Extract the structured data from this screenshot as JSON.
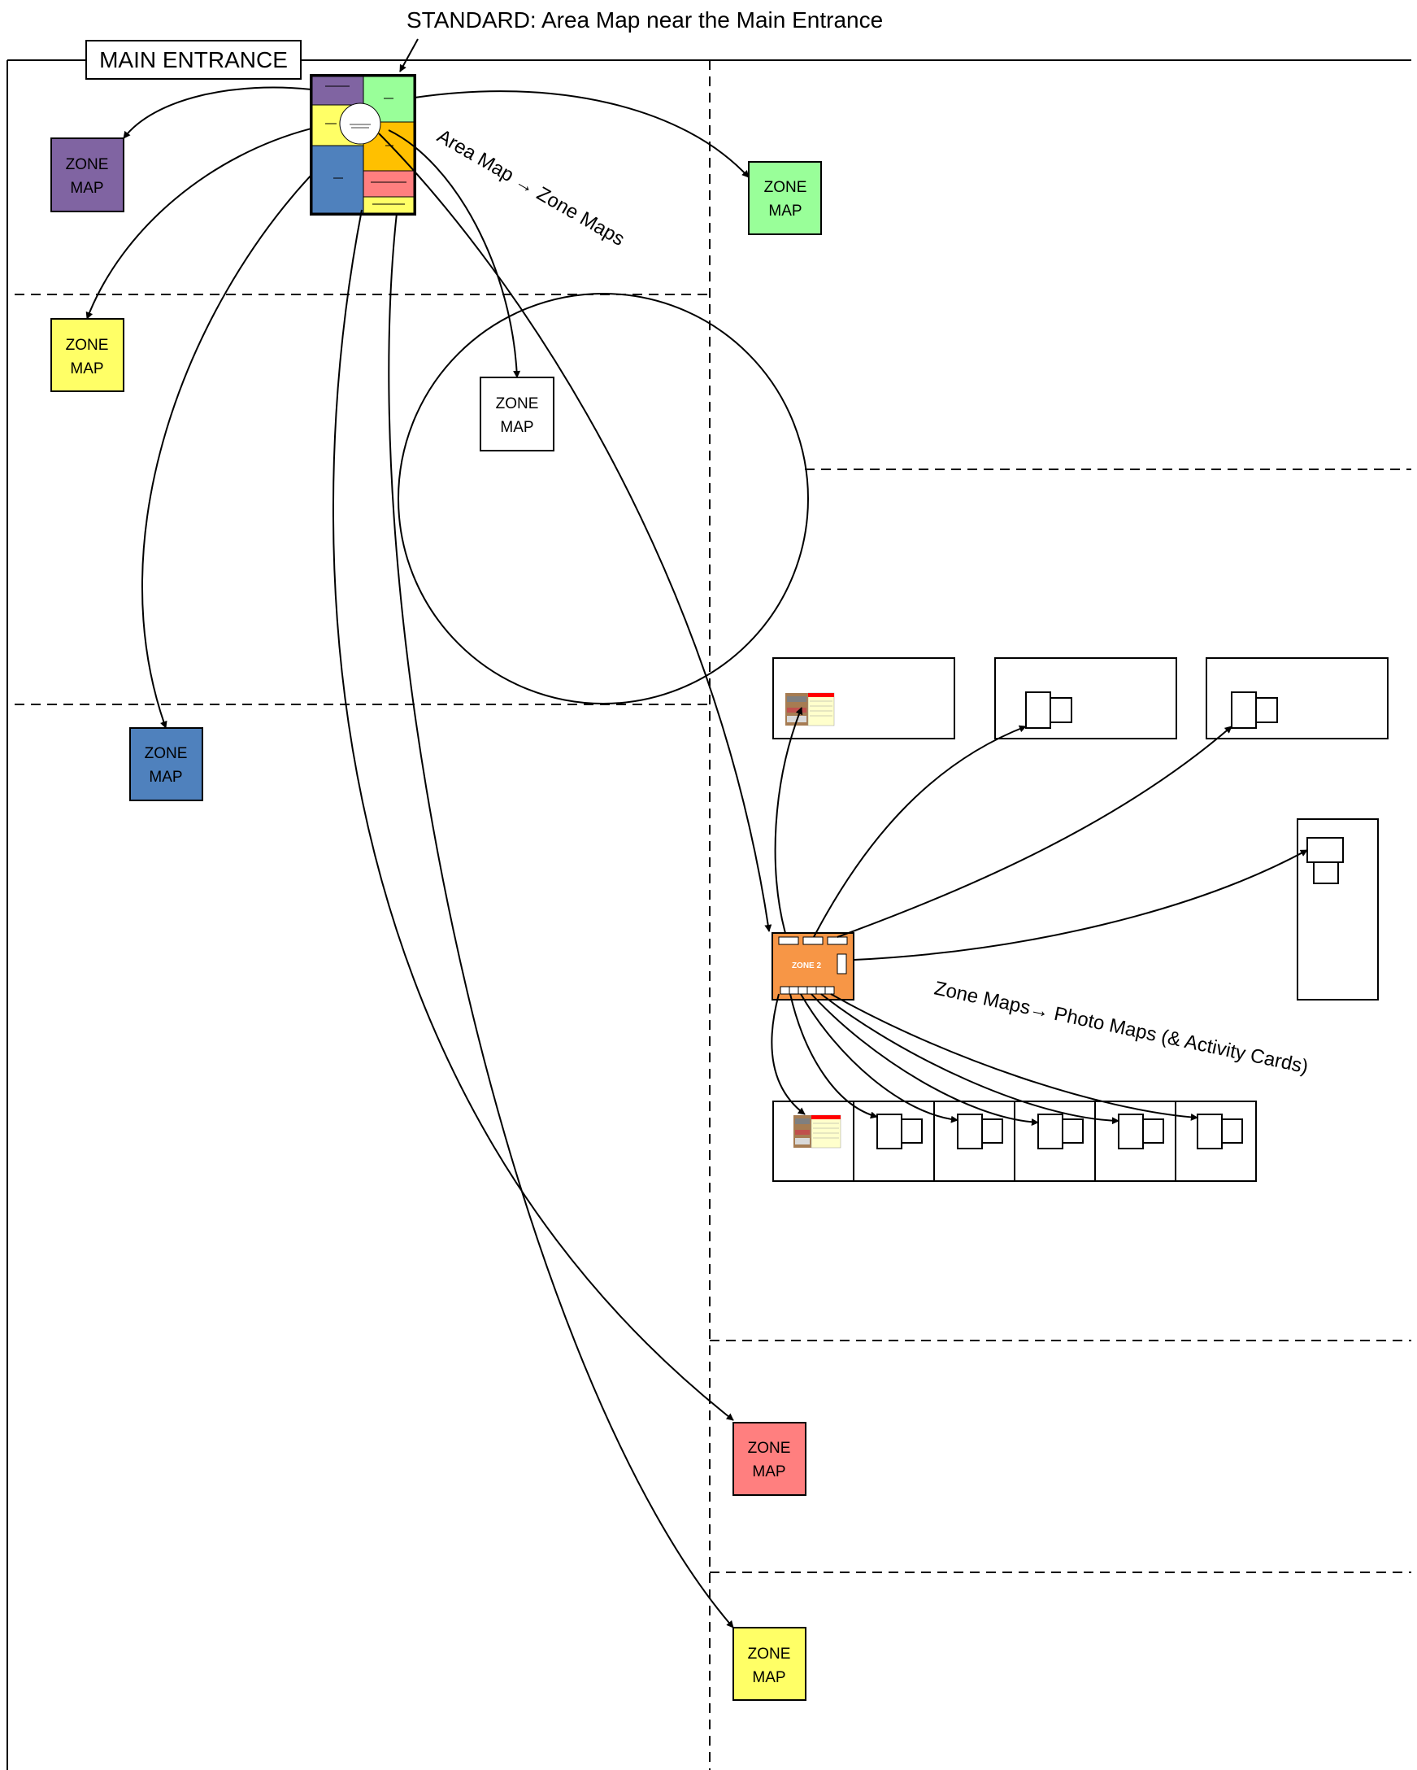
{
  "header": {
    "standard_caption": "STANDARD: Area Map near the Main Entrance",
    "main_entrance_label": "MAIN ENTRANCE"
  },
  "annotations": {
    "area_to_zone": "Area Map → Zone Maps",
    "zone_to_photo": "Zone Maps→ Photo Maps (& Activity Cards)"
  },
  "zone_map_label_line1": "ZONE",
  "zone_map_label_line2": "MAP",
  "zone_maps": [
    {
      "id": "purple",
      "color": "#8064a2"
    },
    {
      "id": "green",
      "color": "#99ff99"
    },
    {
      "id": "yellow-upper",
      "color": "#ffff66"
    },
    {
      "id": "white",
      "color": "#ffffff"
    },
    {
      "id": "blue",
      "color": "#4f81bd"
    },
    {
      "id": "red",
      "color": "#ff7f7f"
    },
    {
      "id": "yellow-lower",
      "color": "#ffff66"
    }
  ],
  "area_map": {
    "colors": {
      "purple": "#8064a2",
      "green": "#99ff99",
      "yellow": "#ffff66",
      "orange": "#ffc000",
      "blue": "#4f81bd",
      "red": "#ff7f7f"
    }
  },
  "zone2": {
    "label": "ZONE 2",
    "color": "#f79646"
  }
}
